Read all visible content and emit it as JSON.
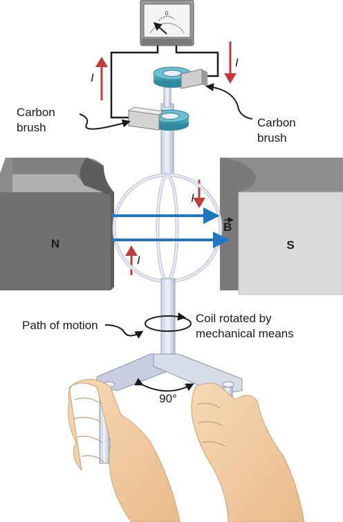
{
  "labels": {
    "carbon_brush_left": [
      "Carbon",
      "brush"
    ],
    "carbon_brush_right": [
      "Carbon",
      "brush"
    ],
    "north_pole": "N",
    "south_pole": "S",
    "magnetic_field": "B",
    "current_symbol": "I",
    "path_of_motion": "Path of motion",
    "coil_rotated": [
      "Coil rotated by",
      "mechanical means"
    ],
    "angle": "90°",
    "meter_zero": "0"
  },
  "colors": {
    "field_arrow": "#1f78c1",
    "current_arrow": "#c03a3a",
    "magnet_dark": "#6b6b6b",
    "magnet_light": "#d9d9d9",
    "slip_ring": "#3f9fb3",
    "wire": "#1a1a1a"
  },
  "icons": {
    "meter": "galvanometer-icon",
    "hands": "hand-icons"
  }
}
